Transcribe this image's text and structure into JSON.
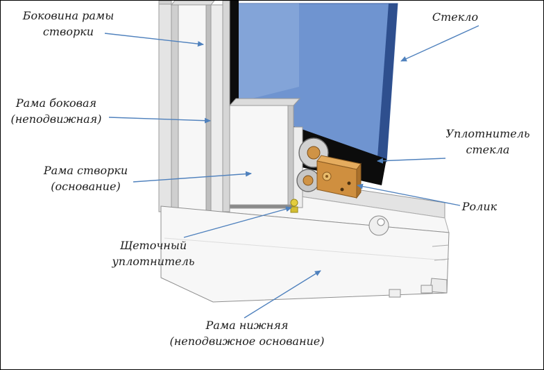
{
  "labels": [
    {
      "id": "sash-side-frame",
      "lines": [
        "Боковина рамы",
        "створки"
      ]
    },
    {
      "id": "glass",
      "lines": [
        "Стекло"
      ]
    },
    {
      "id": "side-frame-fixed",
      "lines": [
        "Рама боковая",
        "(неподвижная)"
      ]
    },
    {
      "id": "glass-seal",
      "lines": [
        "Уплотнитель",
        "стекла"
      ]
    },
    {
      "id": "sash-frame-base",
      "lines": [
        "Рама створки",
        "(основание)"
      ]
    },
    {
      "id": "roller",
      "lines": [
        "Ролик"
      ]
    },
    {
      "id": "brush-seal",
      "lines": [
        "Щеточный",
        "уплотнитель"
      ]
    },
    {
      "id": "bottom-frame-fixed",
      "lines": [
        "Рама нижняя",
        "(неподвижное основание)"
      ]
    }
  ],
  "colors": {
    "arrow": "#4f81bd",
    "glass": "#6f94d0",
    "glass_highlight": "#93b1de",
    "glass_edge": "#2e4f8e",
    "seal": "#0c0c0c",
    "roller_block": "#cf8f3f",
    "roller_block_top": "#e5ac5e",
    "roller_hub": "#cf9346",
    "profile_light": "#f7f7f7",
    "profile_shadow": "#bfbfbf",
    "brush_clip": "#e3cd3e"
  }
}
